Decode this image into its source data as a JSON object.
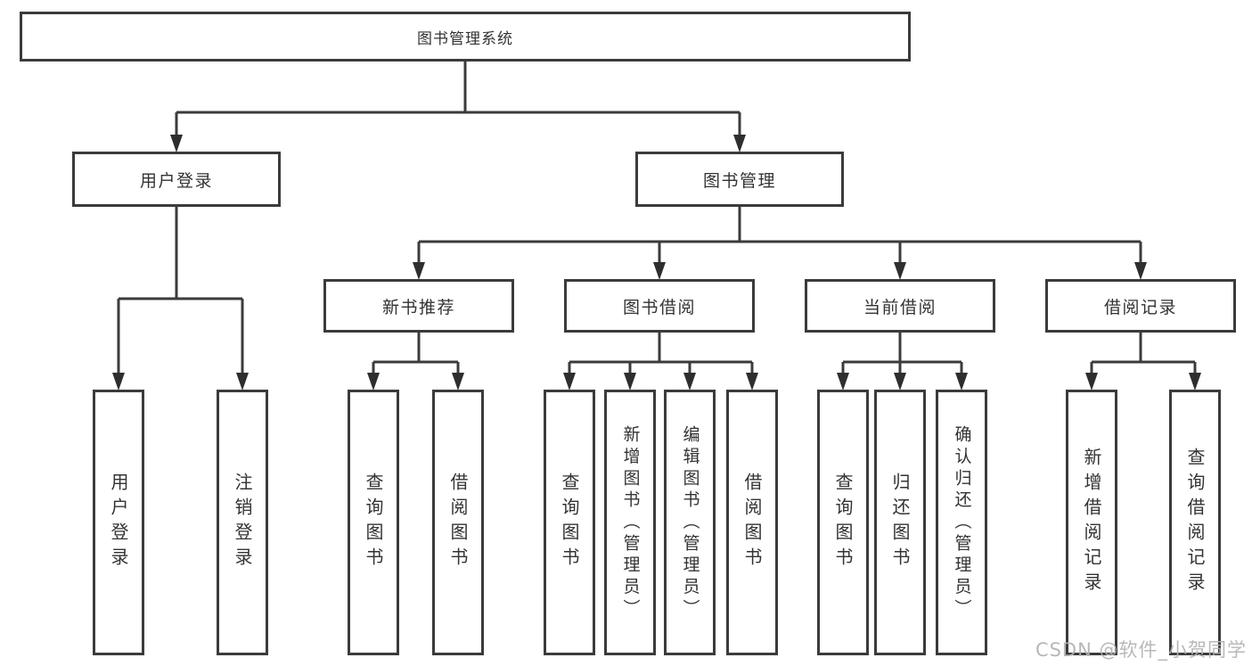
{
  "colors": {
    "line": "#3b3b3b",
    "box_border": "#3b3b3b",
    "text": "#333333",
    "watermark": "#b2b2b2",
    "background": "#ffffff"
  },
  "watermark": {
    "text": "CSDN @软件_小贺同学"
  },
  "nodes": {
    "root": {
      "label": "图书管理系统",
      "parent": null
    },
    "user-login": {
      "label": "用户登录",
      "parent": "root"
    },
    "book-management": {
      "label": "图书管理",
      "parent": "root"
    },
    "new-book-recommend": {
      "label": "新书推荐",
      "parent": "book-management"
    },
    "book-borrowing": {
      "label": "图书借阅",
      "parent": "book-management"
    },
    "current-borrowing": {
      "label": "当前借阅",
      "parent": "book-management"
    },
    "borrowing-records": {
      "label": "借阅记录",
      "parent": "book-management"
    },
    "leaf-user-login": {
      "label": "用户登录",
      "parent": "user-login"
    },
    "leaf-logout": {
      "label": "注销登录",
      "parent": "user-login"
    },
    "leaf-nb-query": {
      "label": "查询图书",
      "parent": "new-book-recommend"
    },
    "leaf-nb-borrow": {
      "label": "借阅图书",
      "parent": "new-book-recommend"
    },
    "leaf-bb-query": {
      "label": "查询图书",
      "parent": "book-borrowing"
    },
    "leaf-bb-add": {
      "label": "新增图书（管理员）",
      "parent": "book-borrowing"
    },
    "leaf-bb-edit": {
      "label": "编辑图书（管理员）",
      "parent": "book-borrowing"
    },
    "leaf-bb-borrow": {
      "label": "借阅图书",
      "parent": "book-borrowing"
    },
    "leaf-cb-query": {
      "label": "查询图书",
      "parent": "current-borrowing"
    },
    "leaf-cb-return": {
      "label": "归还图书",
      "parent": "current-borrowing"
    },
    "leaf-cb-confirm": {
      "label": "确认归还（管理员）",
      "parent": "current-borrowing"
    },
    "leaf-br-add": {
      "label": "新增借阅记录",
      "parent": "borrowing-records"
    },
    "leaf-br-query": {
      "label": "查询借阅记录",
      "parent": "borrowing-records"
    }
  }
}
